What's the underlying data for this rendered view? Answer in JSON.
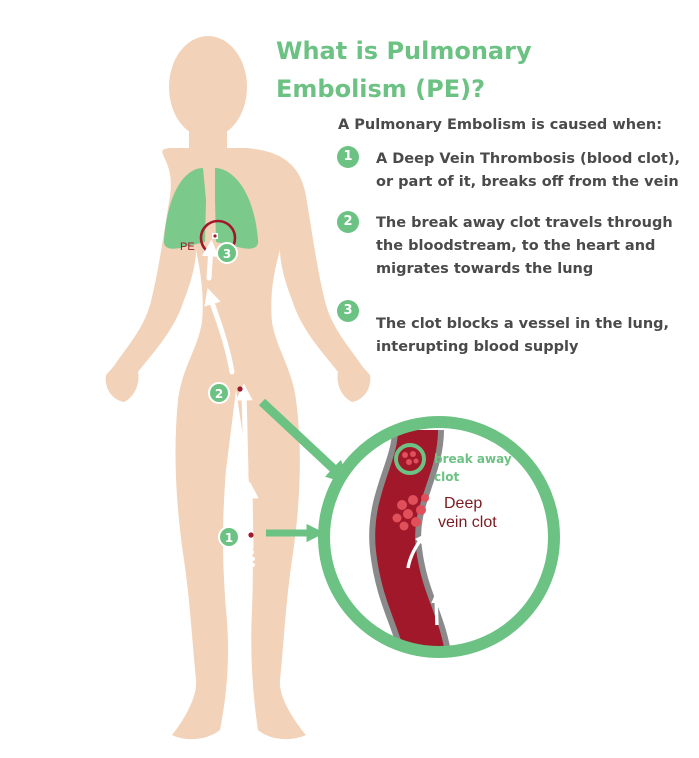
{
  "title": {
    "line1": "What is Pulmonary",
    "line2": "Embolism (PE)?"
  },
  "intro": "A Pulmonary Embolism is caused when:",
  "steps": [
    {
      "number": "1",
      "lines": [
        "A Deep Vein Thrombosis (blood clot),",
        "or part of it, breaks off from the vein"
      ]
    },
    {
      "number": "2",
      "lines": [
        "The break away clot travels through",
        "the bloodstream, to the heart and",
        "migrates towards the lung"
      ]
    },
    {
      "number": "3",
      "lines": [
        "The clot blocks a vessel in the lung,",
        "interupting blood supply"
      ]
    }
  ],
  "labels": {
    "pe": "PE",
    "break_away_1": "break away",
    "break_away_2": "clot",
    "deep_1": "Deep",
    "deep_2": "vein clot"
  },
  "markers": {
    "lung": "3",
    "thigh": "2",
    "calf": "1"
  },
  "colors": {
    "accent_green": "#6cc283",
    "body_skin": "#f2d2b8",
    "lung_green": "#7cc98c",
    "blood_red": "#a0182a",
    "vein_gray": "#8a8a8a",
    "text_dark": "#4a4a4a"
  },
  "icons": [
    "arrow-up-icon",
    "arrow-right-icon",
    "clot-dot-icon"
  ]
}
